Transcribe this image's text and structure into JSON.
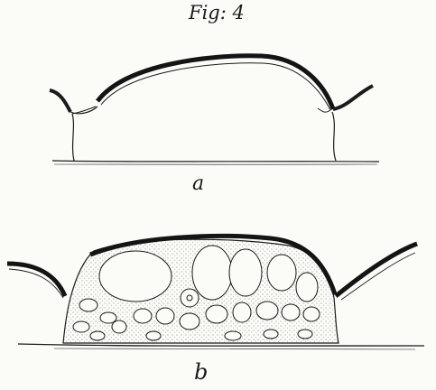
{
  "figure": {
    "title": "Fig: 4",
    "panels": [
      {
        "label": "a"
      },
      {
        "label": "b"
      }
    ]
  },
  "colors": {
    "paper": "#fbfbf8",
    "ink": "#1b1b1b",
    "stipple": "#e9e7df"
  }
}
